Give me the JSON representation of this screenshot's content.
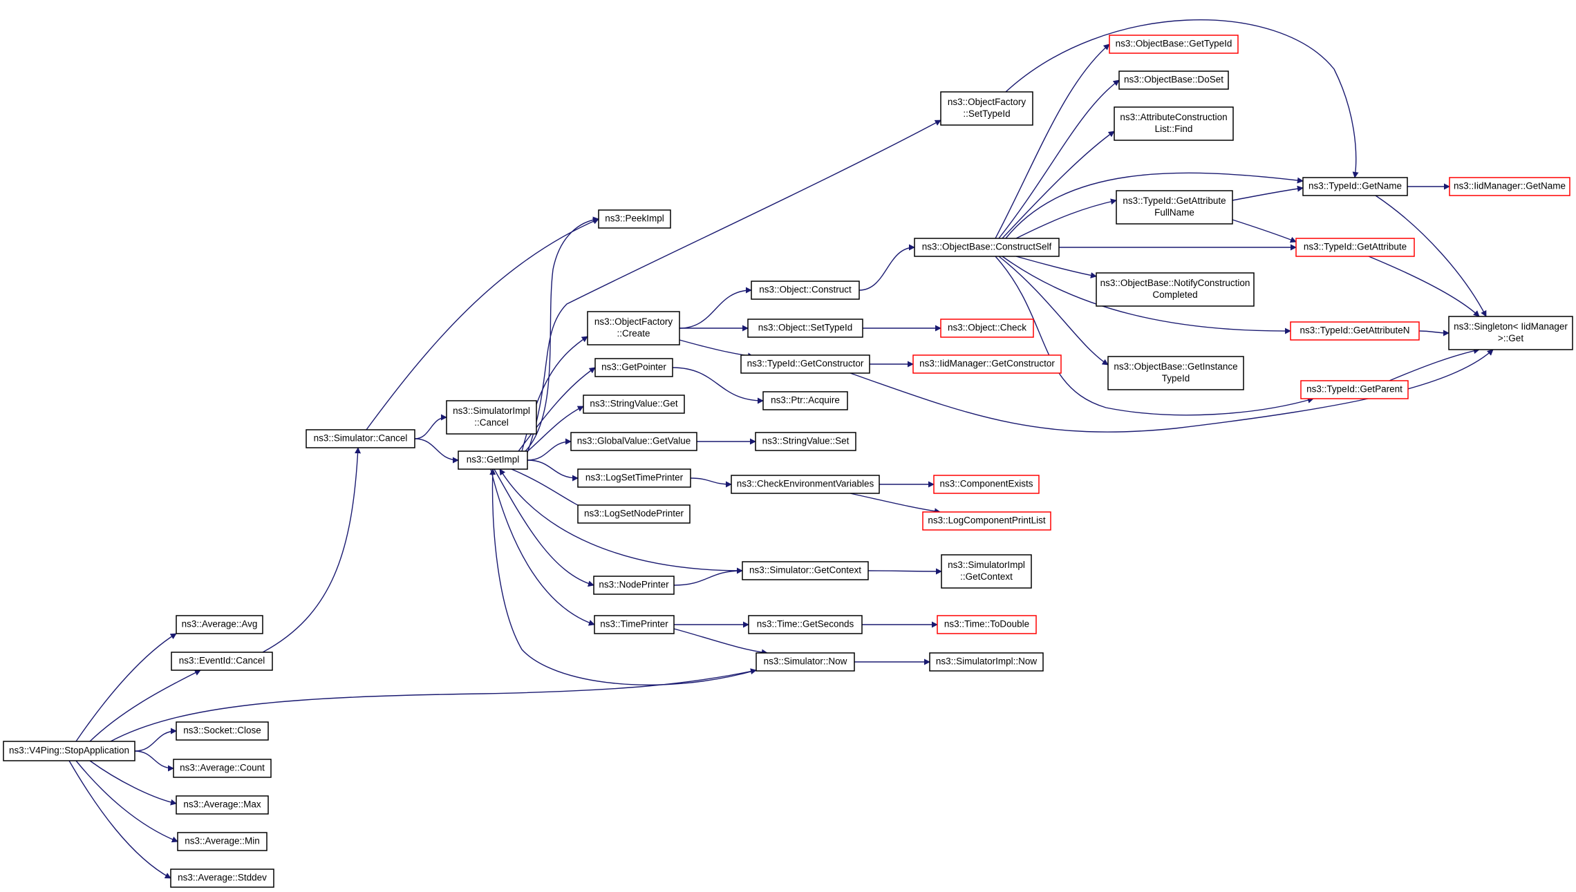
{
  "graph": {
    "title": "",
    "colors": {
      "edge": "#191970",
      "normal_border": "#000000",
      "truncated_border": "#ff0000",
      "root_fill": "#bfbfbf",
      "node_fill": "#ffffff"
    },
    "nodes": [
      {
        "id": "stop",
        "lines": [
          "ns3::V4Ping::StopApplication"
        ],
        "style": "root"
      },
      {
        "id": "avg",
        "lines": [
          "ns3::Average::Avg"
        ],
        "style": "normal"
      },
      {
        "id": "evcancel",
        "lines": [
          "ns3::EventId::Cancel"
        ],
        "style": "normal"
      },
      {
        "id": "sockclose",
        "lines": [
          "ns3::Socket::Close"
        ],
        "style": "normal"
      },
      {
        "id": "count",
        "lines": [
          "ns3::Average::Count"
        ],
        "style": "normal"
      },
      {
        "id": "max",
        "lines": [
          "ns3::Average::Max"
        ],
        "style": "normal"
      },
      {
        "id": "min",
        "lines": [
          "ns3::Average::Min"
        ],
        "style": "normal"
      },
      {
        "id": "stddev",
        "lines": [
          "ns3::Average::Stddev"
        ],
        "style": "normal"
      },
      {
        "id": "simcancel",
        "lines": [
          "ns3::Simulator::Cancel"
        ],
        "style": "normal"
      },
      {
        "id": "simimplcancel",
        "lines": [
          "ns3::SimulatorImpl",
          "::Cancel"
        ],
        "style": "normal"
      },
      {
        "id": "getimpl",
        "lines": [
          "ns3::GetImpl"
        ],
        "style": "normal"
      },
      {
        "id": "peekimpl",
        "lines": [
          "ns3::PeekImpl"
        ],
        "style": "normal"
      },
      {
        "id": "ofcreate",
        "lines": [
          "ns3::ObjectFactory",
          "::Create"
        ],
        "style": "normal"
      },
      {
        "id": "getpointer",
        "lines": [
          "ns3::GetPointer"
        ],
        "style": "normal"
      },
      {
        "id": "svget",
        "lines": [
          "ns3::StringValue::Get"
        ],
        "style": "normal"
      },
      {
        "id": "gvgetvalue",
        "lines": [
          "ns3::GlobalValue::GetValue"
        ],
        "style": "normal"
      },
      {
        "id": "logsettime",
        "lines": [
          "ns3::LogSetTimePrinter"
        ],
        "style": "normal"
      },
      {
        "id": "logsetnode",
        "lines": [
          "ns3::LogSetNodePrinter"
        ],
        "style": "normal"
      },
      {
        "id": "nodeprinter",
        "lines": [
          "ns3::NodePrinter"
        ],
        "style": "normal"
      },
      {
        "id": "timeprinter",
        "lines": [
          "ns3::TimePrinter"
        ],
        "style": "normal"
      },
      {
        "id": "ofsettypeid",
        "lines": [
          "ns3::ObjectFactory",
          "::SetTypeId"
        ],
        "style": "normal"
      },
      {
        "id": "objconstruct",
        "lines": [
          "ns3::Object::Construct"
        ],
        "style": "normal"
      },
      {
        "id": "objsettypeid",
        "lines": [
          "ns3::Object::SetTypeId"
        ],
        "style": "normal"
      },
      {
        "id": "tidgetctor",
        "lines": [
          "ns3::TypeId::GetConstructor"
        ],
        "style": "normal"
      },
      {
        "id": "ptracquire",
        "lines": [
          "ns3::Ptr::Acquire"
        ],
        "style": "normal"
      },
      {
        "id": "svset",
        "lines": [
          "ns3::StringValue::Set"
        ],
        "style": "normal"
      },
      {
        "id": "checkenv",
        "lines": [
          "ns3::CheckEnvironmentVariables"
        ],
        "style": "normal"
      },
      {
        "id": "simgetctx",
        "lines": [
          "ns3::Simulator::GetContext"
        ],
        "style": "normal"
      },
      {
        "id": "timegetsec",
        "lines": [
          "ns3::Time::GetSeconds"
        ],
        "style": "normal"
      },
      {
        "id": "simnow",
        "lines": [
          "ns3::Simulator::Now"
        ],
        "style": "normal"
      },
      {
        "id": "obconstructself",
        "lines": [
          "ns3::ObjectBase::ConstructSelf"
        ],
        "style": "normal"
      },
      {
        "id": "objcheck",
        "lines": [
          "ns3::Object::Check"
        ],
        "style": "truncated"
      },
      {
        "id": "iidgetctor",
        "lines": [
          "ns3::IidManager::GetConstructor"
        ],
        "style": "truncated"
      },
      {
        "id": "compexists",
        "lines": [
          "ns3::ComponentExists"
        ],
        "style": "truncated"
      },
      {
        "id": "logcompprint",
        "lines": [
          "ns3::LogComponentPrintList"
        ],
        "style": "truncated"
      },
      {
        "id": "simimplgetctx",
        "lines": [
          "ns3::SimulatorImpl",
          "::GetContext"
        ],
        "style": "normal"
      },
      {
        "id": "timetodouble",
        "lines": [
          "ns3::Time::ToDouble"
        ],
        "style": "truncated"
      },
      {
        "id": "simimplnow",
        "lines": [
          "ns3::SimulatorImpl::Now"
        ],
        "style": "normal"
      },
      {
        "id": "obgettypeid",
        "lines": [
          "ns3::ObjectBase::GetTypeId"
        ],
        "style": "truncated"
      },
      {
        "id": "obdoset",
        "lines": [
          "ns3::ObjectBase::DoSet"
        ],
        "style": "normal"
      },
      {
        "id": "acfind",
        "lines": [
          "ns3::AttributeConstruction",
          "List::Find"
        ],
        "style": "normal"
      },
      {
        "id": "tidgetattrfull",
        "lines": [
          "ns3::TypeId::GetAttribute",
          "FullName"
        ],
        "style": "normal"
      },
      {
        "id": "obnotify",
        "lines": [
          "ns3::ObjectBase::NotifyConstruction",
          "Completed"
        ],
        "style": "normal"
      },
      {
        "id": "obgetinst",
        "lines": [
          "ns3::ObjectBase::GetInstance",
          "TypeId"
        ],
        "style": "normal"
      },
      {
        "id": "tidgetname",
        "lines": [
          "ns3::TypeId::GetName"
        ],
        "style": "normal"
      },
      {
        "id": "tidgetattr",
        "lines": [
          "ns3::TypeId::GetAttribute"
        ],
        "style": "truncated"
      },
      {
        "id": "tidgetattrn",
        "lines": [
          "ns3::TypeId::GetAttributeN"
        ],
        "style": "truncated"
      },
      {
        "id": "tidgetparent",
        "lines": [
          "ns3::TypeId::GetParent"
        ],
        "style": "truncated"
      },
      {
        "id": "iidgetname",
        "lines": [
          "ns3::IidManager::GetName"
        ],
        "style": "truncated"
      },
      {
        "id": "singleton",
        "lines": [
          "ns3::Singleton< IidManager",
          ">::Get"
        ],
        "style": "normal"
      }
    ],
    "edges": [
      [
        "stop",
        "avg"
      ],
      [
        "stop",
        "evcancel"
      ],
      [
        "stop",
        "simnow"
      ],
      [
        "stop",
        "sockclose"
      ],
      [
        "stop",
        "count"
      ],
      [
        "stop",
        "max"
      ],
      [
        "stop",
        "min"
      ],
      [
        "stop",
        "stddev"
      ],
      [
        "evcancel",
        "simcancel"
      ],
      [
        "simcancel",
        "peekimpl"
      ],
      [
        "simcancel",
        "simimplcancel"
      ],
      [
        "simcancel",
        "getimpl"
      ],
      [
        "getimpl",
        "peekimpl"
      ],
      [
        "getimpl",
        "ofsettypeid"
      ],
      [
        "getimpl",
        "ofcreate"
      ],
      [
        "getimpl",
        "getpointer"
      ],
      [
        "getimpl",
        "svget"
      ],
      [
        "getimpl",
        "gvgetvalue"
      ],
      [
        "getimpl",
        "logsettime"
      ],
      [
        "getimpl",
        "logsetnode"
      ],
      [
        "getimpl",
        "nodeprinter"
      ],
      [
        "getimpl",
        "timeprinter"
      ],
      [
        "ofcreate",
        "objconstruct"
      ],
      [
        "ofcreate",
        "objsettypeid"
      ],
      [
        "ofcreate",
        "tidgetctor"
      ],
      [
        "objconstruct",
        "obconstructself"
      ],
      [
        "objsettypeid",
        "objcheck"
      ],
      [
        "tidgetctor",
        "iidgetctor"
      ],
      [
        "tidgetctor",
        "singleton"
      ],
      [
        "getpointer",
        "ptracquire"
      ],
      [
        "gvgetvalue",
        "svset"
      ],
      [
        "logsettime",
        "checkenv"
      ],
      [
        "checkenv",
        "compexists"
      ],
      [
        "checkenv",
        "logcompprint"
      ],
      [
        "simgetctx",
        "getimpl"
      ],
      [
        "simgetctx",
        "simimplgetctx"
      ],
      [
        "nodeprinter",
        "simgetctx"
      ],
      [
        "timeprinter",
        "timegetsec"
      ],
      [
        "timeprinter",
        "simnow"
      ],
      [
        "timegetsec",
        "timetodouble"
      ],
      [
        "simnow",
        "getimpl"
      ],
      [
        "simnow",
        "simimplnow"
      ],
      [
        "ofsettypeid",
        "tidgetname"
      ],
      [
        "obconstructself",
        "obgettypeid"
      ],
      [
        "obconstructself",
        "obdoset"
      ],
      [
        "obconstructself",
        "acfind"
      ],
      [
        "obconstructself",
        "tidgetname"
      ],
      [
        "obconstructself",
        "tidgetattrfull"
      ],
      [
        "obconstructself",
        "tidgetattr"
      ],
      [
        "obconstructself",
        "obnotify"
      ],
      [
        "obconstructself",
        "tidgetattrn"
      ],
      [
        "obconstructself",
        "obgetinst"
      ],
      [
        "obconstructself",
        "tidgetparent"
      ],
      [
        "tidgetattrfull",
        "tidgetname"
      ],
      [
        "tidgetattrfull",
        "tidgetattr"
      ],
      [
        "tidgetname",
        "iidgetname"
      ],
      [
        "tidgetname",
        "singleton"
      ],
      [
        "tidgetattr",
        "singleton"
      ],
      [
        "tidgetattrn",
        "singleton"
      ],
      [
        "tidgetparent",
        "singleton"
      ]
    ]
  }
}
